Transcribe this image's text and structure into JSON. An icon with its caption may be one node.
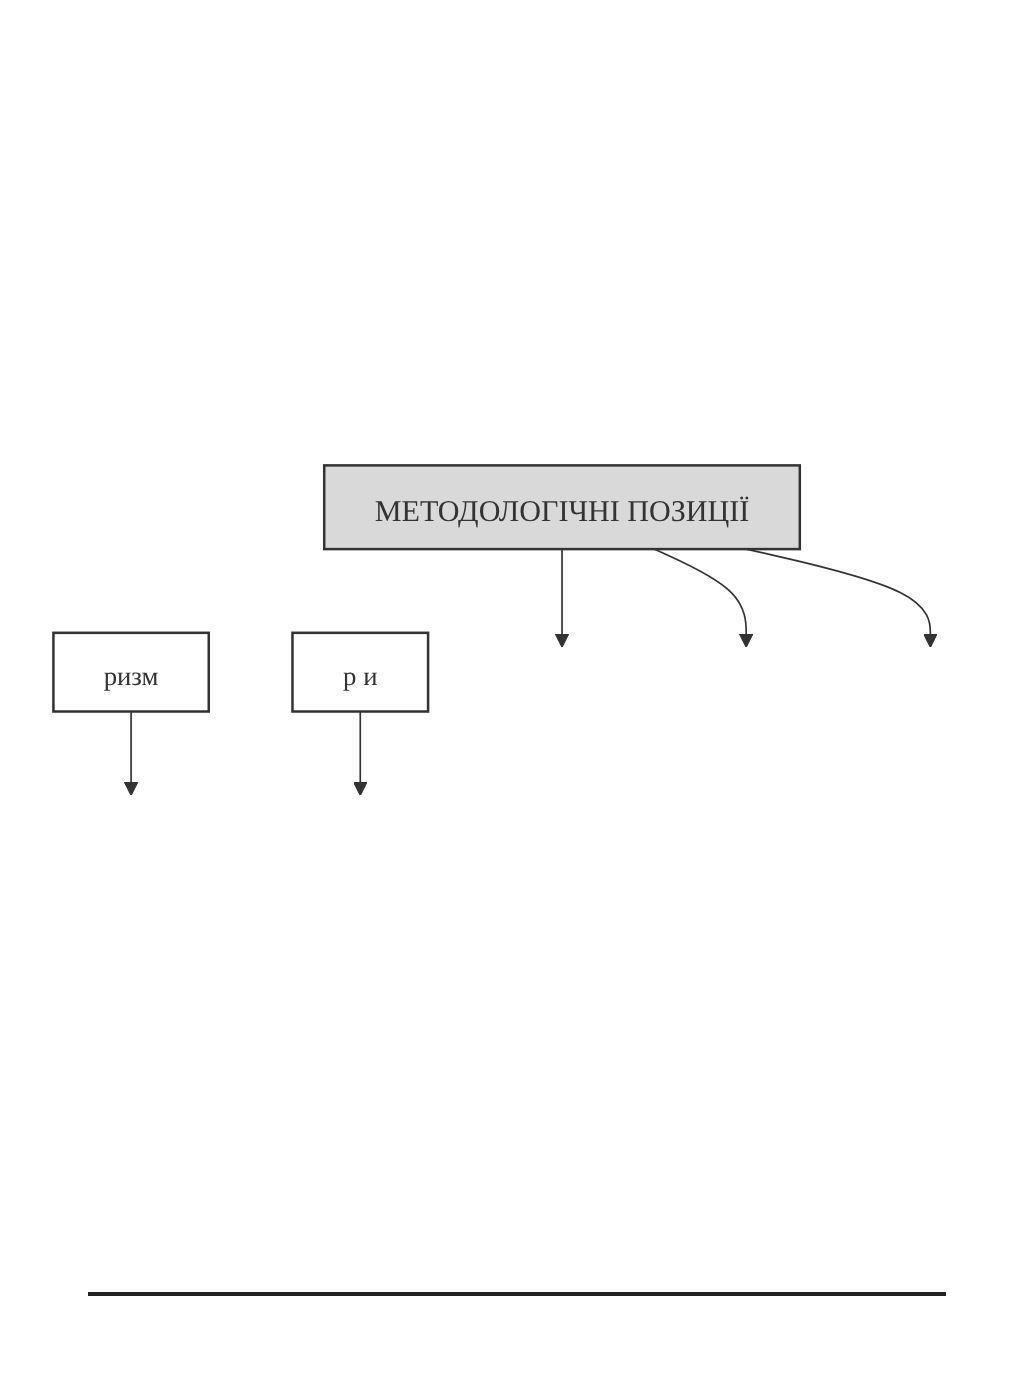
{
  "diagram": {
    "nodes": [
      {
        "text": [
          "МЕТОДОЛОГІЧНІ ПОЗИЦІЇ"
        ]
      },
      {
        "text": [
          "ризм"
        ]
      },
      {
        "text": [
          "р и"
        ]
      }
    ],
    "edges": [
      {
        "from": 0,
        "to": null,
        "arrow": "to"
      },
      {
        "from": 0,
        "to": null,
        "arrow": "to"
      },
      {
        "from": 0,
        "to": null,
        "arrow": "to"
      },
      {
        "from": 1,
        "to": null,
        "arrow": "to"
      },
      {
        "from": 2,
        "to": null,
        "arrow": "to"
      }
    ]
  }
}
